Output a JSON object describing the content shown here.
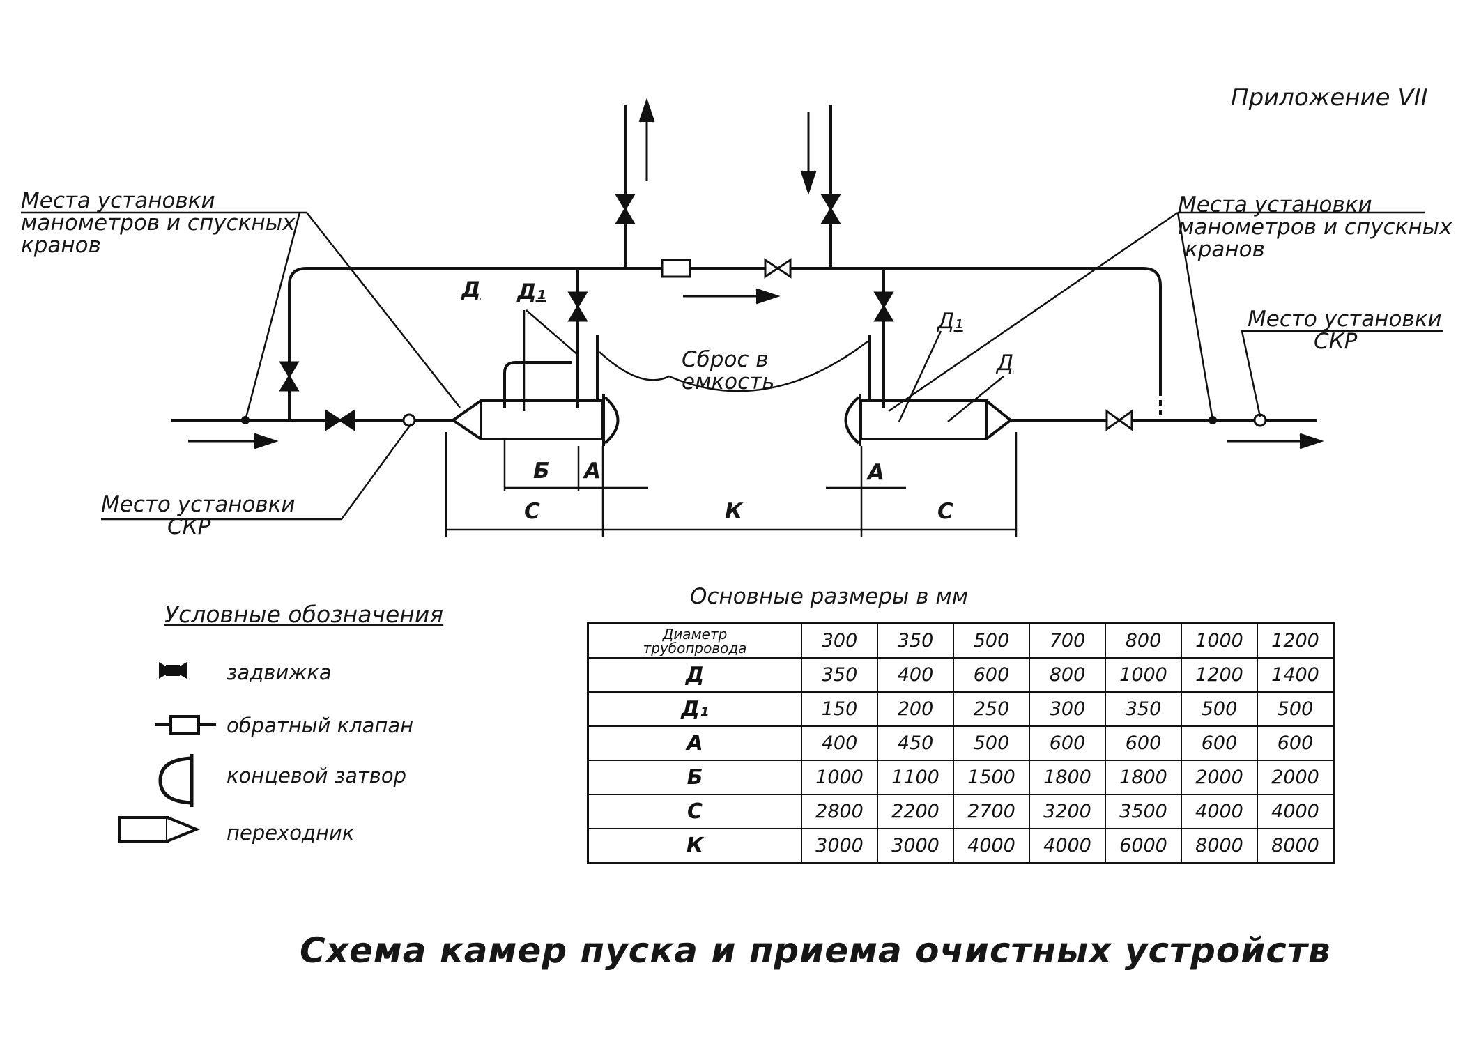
{
  "page_label": "Приложение VII",
  "main_title": "Схема камер пуска и приема очистных устройств",
  "labels": {
    "manometer_left": [
      "Места установки",
      "манометров и спускных",
      "кранов"
    ],
    "manometer_right": [
      "Места установки",
      "манометров и спускных",
      "кранов"
    ],
    "skr_left": [
      "Место установки",
      "СКР"
    ],
    "skr_right": [
      "Место установки",
      "СКР"
    ],
    "discharge": [
      "Сброс в",
      "емкость"
    ],
    "d_left": "Д",
    "d1_left": "Д₁",
    "d1_right": "Д₁",
    "d_right": "Д"
  },
  "dimensions": {
    "B": "Б",
    "A_left": "А",
    "A_right": "А",
    "C_left": "С",
    "K": "К",
    "C_right": "С"
  },
  "legend": {
    "title": "Условные обозначения",
    "items": [
      {
        "icon": "gate-valve-icon",
        "label": "задвижка"
      },
      {
        "icon": "check-valve-icon",
        "label": "обратный клапан"
      },
      {
        "icon": "end-closure-icon",
        "label": "концевой затвор"
      },
      {
        "icon": "adapter-icon",
        "label": "переходник"
      }
    ]
  },
  "table": {
    "title": "Основные размеры в мм",
    "header_label": [
      "Диаметр",
      "трубопровода"
    ],
    "columns": [
      "300",
      "350",
      "500",
      "700",
      "800",
      "1000",
      "1200"
    ],
    "rows": [
      {
        "label": "Д",
        "values": [
          "350",
          "400",
          "600",
          "800",
          "1000",
          "1200",
          "1400"
        ]
      },
      {
        "label": "Д₁",
        "values": [
          "150",
          "200",
          "250",
          "300",
          "350",
          "500",
          "500"
        ]
      },
      {
        "label": "А",
        "values": [
          "400",
          "450",
          "500",
          "600",
          "600",
          "600",
          "600"
        ]
      },
      {
        "label": "Б",
        "values": [
          "1000",
          "1100",
          "1500",
          "1800",
          "1800",
          "2000",
          "2000"
        ]
      },
      {
        "label": "С",
        "values": [
          "2800",
          "2200",
          "2700",
          "3200",
          "3500",
          "4000",
          "4000"
        ]
      },
      {
        "label": "К",
        "values": [
          "3000",
          "3000",
          "4000",
          "4000",
          "6000",
          "8000",
          "8000"
        ]
      }
    ]
  }
}
